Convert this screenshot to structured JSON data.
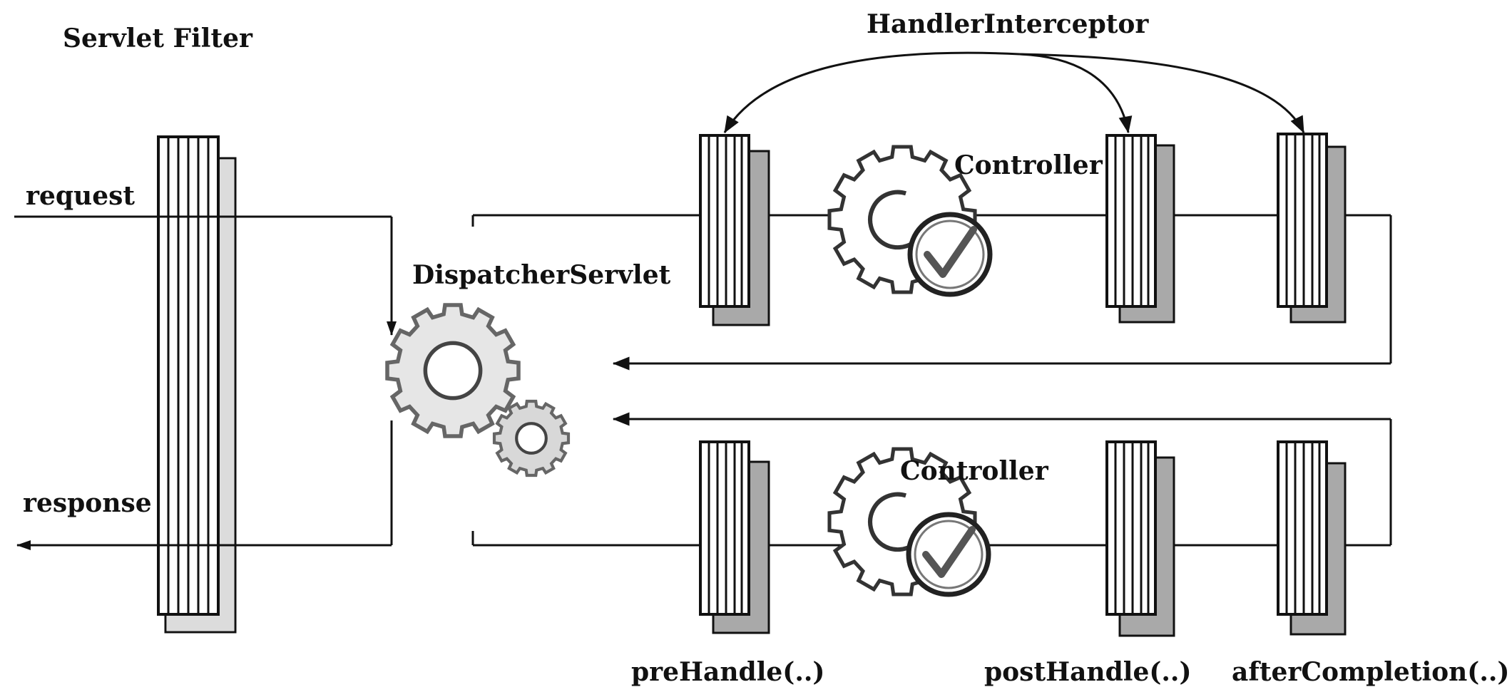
{
  "labels": {
    "servlet_filter": "Servlet Filter",
    "handler_interceptor": "HandlerInterceptor",
    "request": "request",
    "response": "response",
    "dispatcher_servlet": "DispatcherServlet",
    "controller_top": "Controller",
    "controller_bottom": "Controller",
    "pre_handle": "preHandle(..)",
    "post_handle": "postHandle(..)",
    "after_completion": "afterCompletion(..)"
  },
  "icons": {
    "dispatcher": "gears-icon",
    "controller": "gear-check-icon",
    "filter": "striped-filter-block",
    "interceptor": "striped-interceptor-block"
  },
  "colors": {
    "ink": "#111111",
    "shadow": "#9a9a9a",
    "gear_fill": "#e6e6e6",
    "background": "#ffffff"
  }
}
